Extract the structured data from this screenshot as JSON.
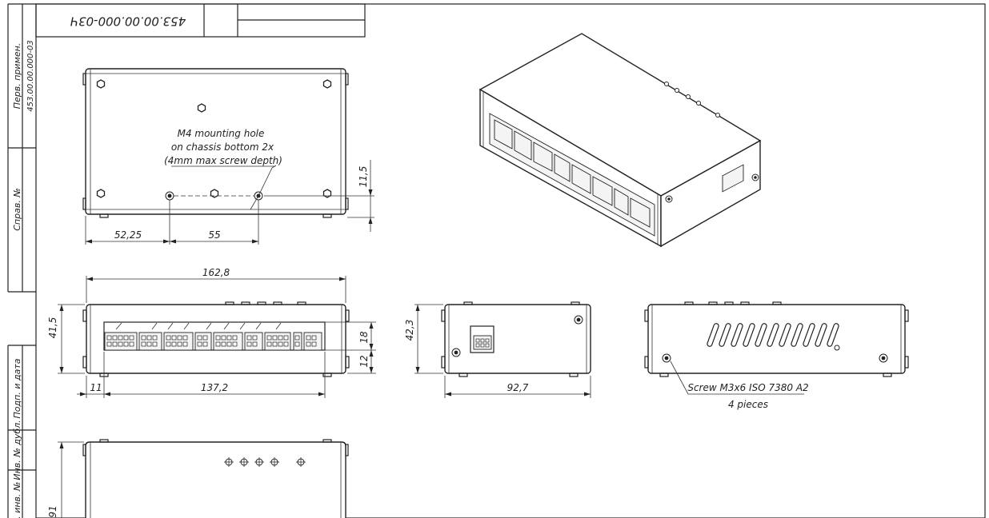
{
  "title_block": {
    "drawing_code": "453.00.00.000-03Ч",
    "perv_primen_label": "Перв. примен.",
    "perv_primen_value": "453.00.00.000-03",
    "sprav_label": "Справ. №",
    "podp_data_label": "Подп. и дата",
    "inv_dubl_label": "Инв. № дубл.",
    "vzam_inv_label": "Взам. инв. №"
  },
  "top_view": {
    "note_line1": "M4  mounting hole",
    "note_line2": "on chassis bottom 2x",
    "note_line3": "(4mm max screw depth)",
    "dim_hole_left": "52,25",
    "dim_hole_spacing": "55",
    "dim_hole_height": "11,5"
  },
  "front_view": {
    "dim_overall_width": "162,8",
    "dim_height": "41,5",
    "dim_connector_height": "18",
    "dim_connector_offset": "12",
    "dim_left_offset": "11",
    "dim_connector_width": "137,2"
  },
  "side_view": {
    "dim_height": "42,3",
    "dim_depth": "92,7"
  },
  "rear_view": {
    "screw_note_line1": "Screw M3x6 ISO 7380 A2",
    "screw_note_line2": "4 pieces"
  },
  "bottom_view": {
    "dim_depth": "91"
  }
}
